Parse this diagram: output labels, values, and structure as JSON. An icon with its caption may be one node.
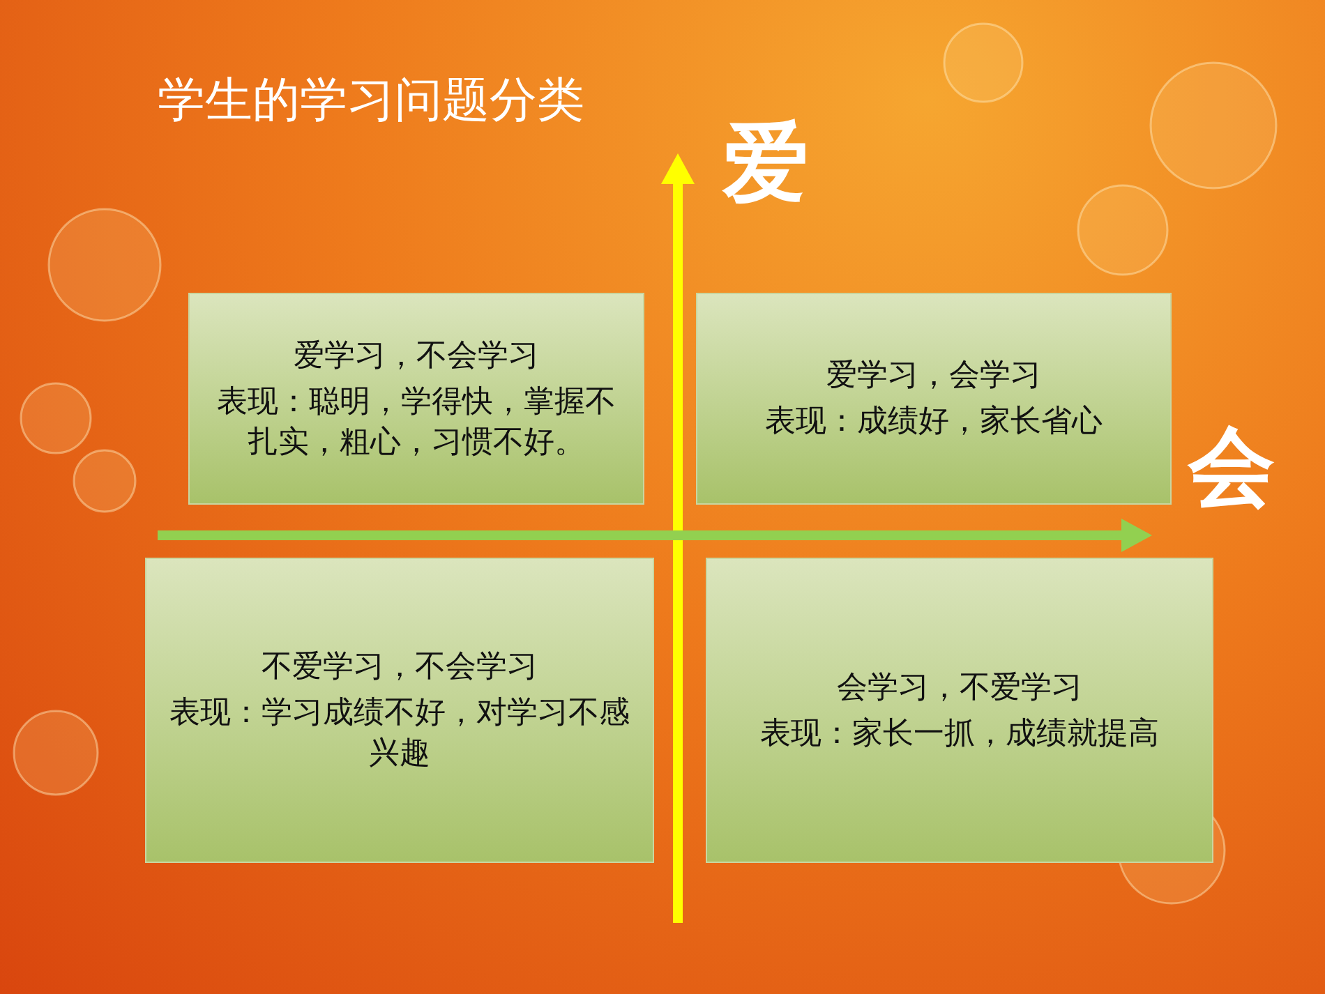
{
  "diagram": {
    "title": "学生的学习问题分类",
    "nodes": [
      {
        "text": [
          "爱学习，不会学习",
          "表现：聪明，学得快，掌握不扎实，粗心，习惯不好。"
        ]
      },
      {
        "text": [
          "爱学习，会学习",
          "表现：成绩好，家长省心"
        ]
      },
      {
        "text": [
          "不爱学习，不会学习",
          "表现：学习成绩不好，对学习不感兴趣"
        ]
      },
      {
        "text": [
          "会学习，不爱学习",
          "表现：家长一抓，成绩就提高"
        ]
      }
    ],
    "labels": [
      "爱",
      "会"
    ]
  }
}
